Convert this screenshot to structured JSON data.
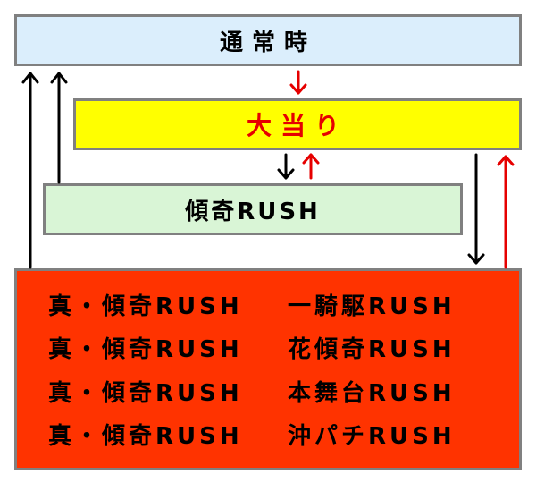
{
  "boxes": {
    "normal": "通常時",
    "jackpot": "大当り",
    "keiki_rush": "傾奇RUSH"
  },
  "shin_rows": [
    {
      "left": "真・傾奇RUSH",
      "right": "一騎駆RUSH"
    },
    {
      "left": "真・傾奇RUSH",
      "right": "花傾奇RUSH"
    },
    {
      "left": "真・傾奇RUSH",
      "right": "本舞台RUSH"
    },
    {
      "left": "真・傾奇RUSH",
      "right": "沖パチRUSH"
    }
  ],
  "colors": {
    "normal_bg": "#dbeefc",
    "jackpot_bg": "#ffff00",
    "jackpot_text": "#e60000",
    "keiki_bg": "#d9f5d6",
    "shin_bg": "#ff3300",
    "arrow_black": "#000000",
    "arrow_red": "#e60000",
    "border": "#808080"
  }
}
